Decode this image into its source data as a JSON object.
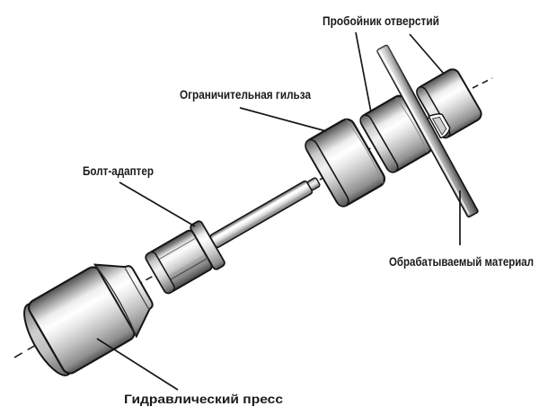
{
  "diagram": {
    "labels": {
      "hole_punch": "Пробойник отверстий",
      "limit_sleeve": "Ограничительная гильза",
      "bolt_adapter": "Болт-адаптер",
      "hydraulic_press": "Гидравлический пресс",
      "workpiece_material": "Обрабатываемый материал"
    },
    "colors": {
      "background": "#ffffff",
      "outline": "#161616",
      "label_text": "#1a1a1a",
      "metal_highlight": "#ffffff",
      "metal_mid": "#bdbdbd",
      "metal_shadow": "#4e4e4e"
    }
  }
}
